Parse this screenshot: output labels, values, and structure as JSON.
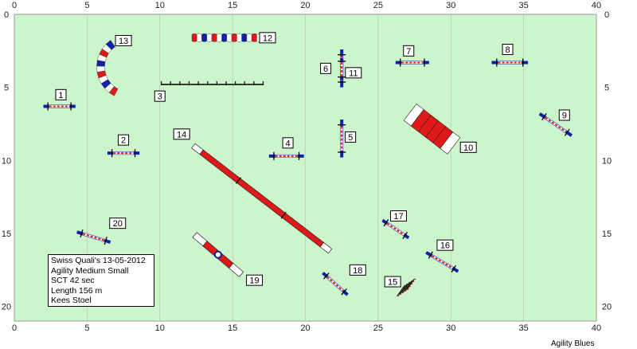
{
  "course": {
    "info_lines": [
      "Swiss Quali's 13-05-2012",
      "Agility Medium Small",
      "SCT 42 sec",
      "Length 156 m",
      "Kees Stoel"
    ],
    "credit": "Agility Blues"
  },
  "axes": {
    "x_ticks": [
      "0",
      "5",
      "10",
      "15",
      "20",
      "25",
      "30",
      "35",
      "40"
    ],
    "y_ticks": [
      "0",
      "5",
      "10",
      "15",
      "20"
    ],
    "x_values": [
      0,
      5,
      10,
      15,
      20,
      25,
      30,
      35,
      40
    ],
    "y_values": [
      0,
      5,
      10,
      15,
      20
    ],
    "xlim": [
      0,
      40
    ],
    "ylim": [
      0,
      21
    ]
  },
  "colors": {
    "field": "#ccf5cc",
    "bar_blue": "#1022a8",
    "red": "#e01818",
    "white": "#ffffff"
  },
  "obstacles": [
    {
      "number": "1",
      "type": "jump",
      "x1": 2.0,
      "y1": 6.3,
      "x2": 4.2,
      "y2": 6.3,
      "label_x": 3.2,
      "label_y": 5.5
    },
    {
      "number": "2",
      "type": "jump",
      "x1": 6.4,
      "y1": 9.5,
      "x2": 8.6,
      "y2": 9.5,
      "label_x": 7.5,
      "label_y": 8.6
    },
    {
      "number": "3",
      "type": "tire-line",
      "x1": 10.1,
      "y1": 4.8,
      "x2": 17.1,
      "y2": 4.8,
      "label_x": 10.0,
      "label_y": 5.6
    },
    {
      "number": "4",
      "type": "jump",
      "x1": 17.5,
      "y1": 9.7,
      "x2": 19.9,
      "y2": 9.7,
      "label_x": 18.8,
      "label_y": 8.8
    },
    {
      "number": "5",
      "type": "jump",
      "x1": 22.5,
      "y1": 7.2,
      "x2": 22.5,
      "y2": 9.8,
      "label_x": 23.1,
      "label_y": 8.4
    },
    {
      "number": "6",
      "type": "jump",
      "x1": 22.5,
      "y1": 2.4,
      "x2": 22.5,
      "y2": 5.0,
      "label_x": 21.4,
      "label_y": 3.7
    },
    {
      "number": "7",
      "type": "jump",
      "x1": 26.2,
      "y1": 3.3,
      "x2": 28.5,
      "y2": 3.3,
      "label_x": 27.1,
      "label_y": 2.5
    },
    {
      "number": "8",
      "type": "jump",
      "x1": 32.8,
      "y1": 3.3,
      "x2": 35.3,
      "y2": 3.3,
      "label_x": 33.9,
      "label_y": 2.4
    },
    {
      "number": "9",
      "type": "jump",
      "x1": 36.1,
      "y1": 6.8,
      "x2": 38.3,
      "y2": 8.3,
      "label_x": 37.8,
      "label_y": 6.9
    },
    {
      "number": "10",
      "type": "tunnel-straight",
      "x1": 27.2,
      "y1": 6.7,
      "x2": 30.2,
      "y2": 9.0,
      "label_x": 31.2,
      "label_y": 9.1
    },
    {
      "number": "11",
      "type": "jump",
      "x1": 22.5,
      "y1": 3.0,
      "x2": 22.5,
      "y2": 4.5,
      "label_x": 23.3,
      "label_y": 4.0
    },
    {
      "number": "12",
      "type": "tunnel-flat",
      "x1": 12.2,
      "y1": 1.6,
      "x2": 17.0,
      "y2": 1.6,
      "label_x": 17.4,
      "label_y": 1.6
    },
    {
      "number": "13",
      "type": "tunnel-curve",
      "x1": 6.5,
      "y1": 1.8,
      "x2": 6.8,
      "y2": 5.5,
      "label_x": 7.5,
      "label_y": 1.8
    },
    {
      "number": "14",
      "type": "dogwalk",
      "x1": 12.3,
      "y1": 9.0,
      "x2": 21.7,
      "y2": 16.2,
      "label_x": 11.5,
      "label_y": 8.2
    },
    {
      "number": "15",
      "type": "weave",
      "x1": 26.3,
      "y1": 18.4,
      "x2": 27.5,
      "y2": 19.3,
      "label_x": 26.0,
      "label_y": 18.3
    },
    {
      "number": "16",
      "type": "jump",
      "x1": 28.3,
      "y1": 16.3,
      "x2": 30.5,
      "y2": 17.6,
      "label_x": 29.6,
      "label_y": 15.8
    },
    {
      "number": "17",
      "type": "jump",
      "x1": 25.3,
      "y1": 14.1,
      "x2": 27.1,
      "y2": 15.3,
      "label_x": 26.4,
      "label_y": 13.8
    },
    {
      "number": "18",
      "type": "jump",
      "x1": 21.2,
      "y1": 17.7,
      "x2": 22.9,
      "y2": 19.2,
      "label_x": 23.6,
      "label_y": 17.5
    },
    {
      "number": "19",
      "type": "seesaw",
      "x1": 12.4,
      "y1": 15.1,
      "x2": 15.6,
      "y2": 17.8,
      "label_x": 16.5,
      "label_y": 18.2
    },
    {
      "number": "20",
      "type": "jump",
      "x1": 4.3,
      "y1": 14.9,
      "x2": 6.6,
      "y2": 15.6,
      "label_x": 7.1,
      "label_y": 14.3
    }
  ]
}
